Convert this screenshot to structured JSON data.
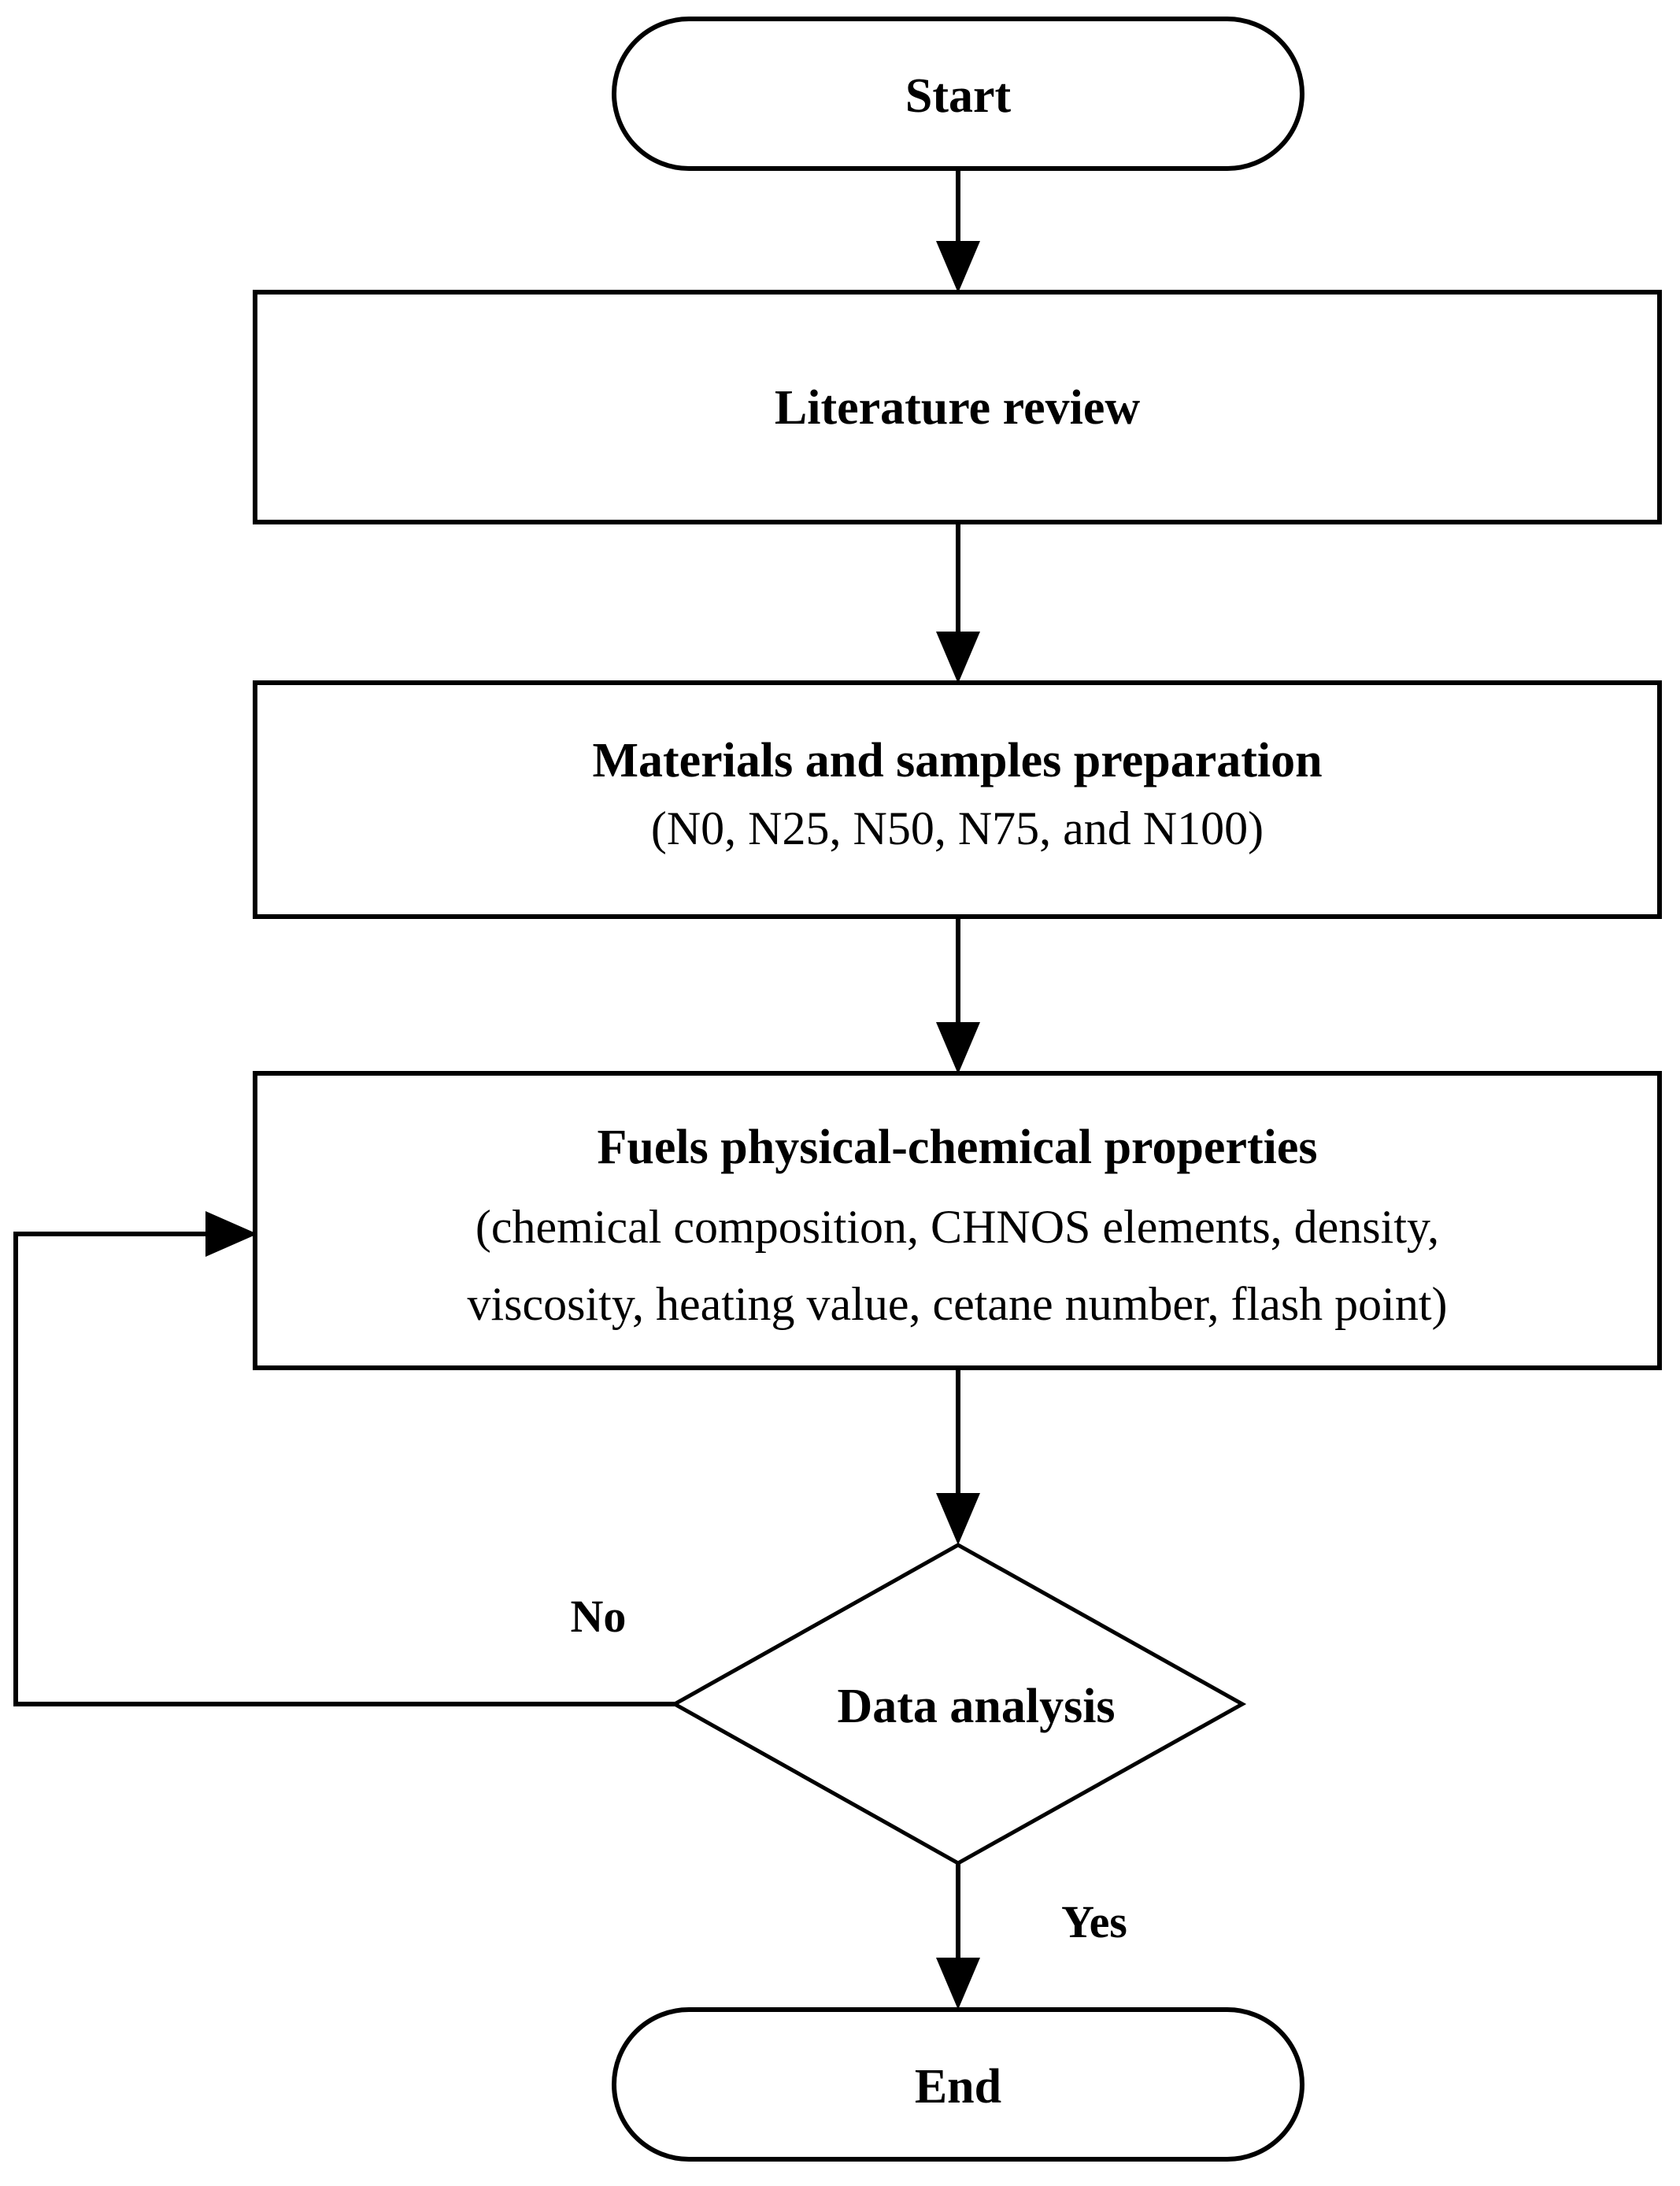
{
  "diagram": {
    "title": "Research methodology flowchart",
    "type": "flowchart",
    "stroke_color": "#000000",
    "fill_color": "#ffffff",
    "background_color": "#ffffff"
  },
  "nodes": {
    "start": {
      "shape": "terminal",
      "label": "Start"
    },
    "literature_review": {
      "shape": "process",
      "label": "Literature review"
    },
    "materials": {
      "shape": "process",
      "label_line1": "Materials and samples preparation",
      "label_line2": "(N0, N25, N50, N75, and N100)"
    },
    "fuel_properties": {
      "shape": "process",
      "label_line1": "Fuels physical-chemical properties",
      "label_line2": "(chemical composition, CHNOS elements, density,",
      "label_line3": "viscosity, heating value, cetane number, flash point)"
    },
    "decision": {
      "shape": "decision",
      "label": "Data analysis"
    },
    "end": {
      "shape": "terminal",
      "label": "End"
    }
  },
  "edges": {
    "no_branch_label": "No",
    "yes_branch_label": "Yes"
  }
}
